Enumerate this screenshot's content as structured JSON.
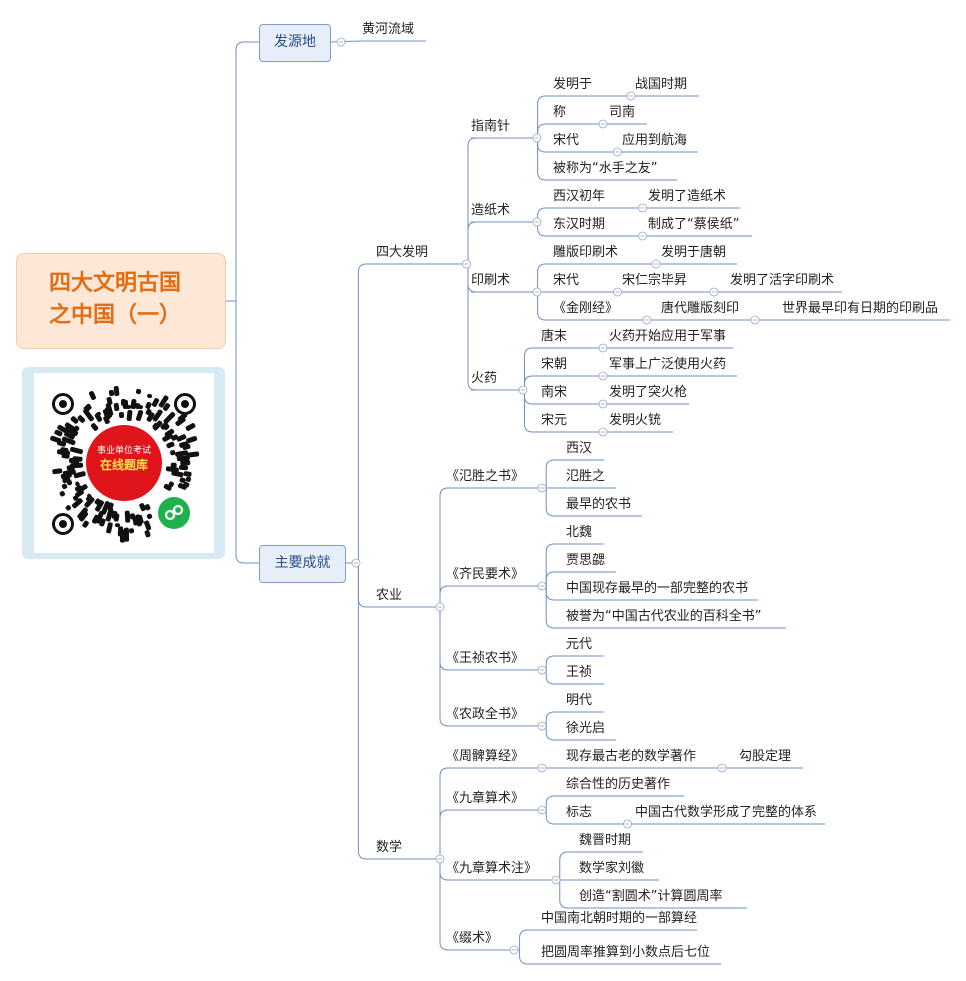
{
  "root": {
    "line1": "四大文明古国",
    "line2": "之中国（一）"
  },
  "qr": {
    "small": "事业单位考试",
    "big": "在线题库"
  },
  "nodes": [
    {
      "id": "fayuan",
      "t": "发源地"
    },
    {
      "id": "huanghe",
      "t": "黄河流域"
    },
    {
      "id": "zhuyao",
      "t": "主要成就"
    },
    {
      "id": "sida",
      "t": "四大发明"
    },
    {
      "id": "znz",
      "t": "指南针"
    },
    {
      "id": "fmy",
      "t": "发明于"
    },
    {
      "id": "zgsq",
      "t": "战国时期"
    },
    {
      "id": "cheng",
      "t": "称"
    },
    {
      "id": "sinan",
      "t": "司南"
    },
    {
      "id": "songdai1",
      "t": "宋代"
    },
    {
      "id": "yydhh",
      "t": "应用到航海"
    },
    {
      "id": "bcw",
      "t": "被称为“水手之友”"
    },
    {
      "id": "zzs",
      "t": "造纸术"
    },
    {
      "id": "xhcn",
      "t": "西汉初年"
    },
    {
      "id": "fmlzzs",
      "t": "发明了造纸术"
    },
    {
      "id": "dhsq",
      "t": "东汉时期"
    },
    {
      "id": "zcl",
      "t": "制成了“蔡侯纸”"
    },
    {
      "id": "yss",
      "t": "印刷术"
    },
    {
      "id": "dbyss",
      "t": "雕版印刷术"
    },
    {
      "id": "fmytc",
      "t": "发明于唐朝"
    },
    {
      "id": "songdai2",
      "t": "宋代"
    },
    {
      "id": "srzbs",
      "t": "宋仁宗毕昇"
    },
    {
      "id": "fmhzys",
      "t": "发明了活字印刷术"
    },
    {
      "id": "jgj",
      "t": "《金刚经》"
    },
    {
      "id": "tddby",
      "t": "唐代雕版刻印"
    },
    {
      "id": "sjzz",
      "t": "世界最早印有日期的印刷品"
    },
    {
      "id": "huoyao",
      "t": "火药"
    },
    {
      "id": "tangmo",
      "t": "唐末"
    },
    {
      "id": "hykeys",
      "t": "火药开始应用于军事"
    },
    {
      "id": "songchao",
      "t": "宋朝"
    },
    {
      "id": "jssgf",
      "t": "军事上广泛使用火药"
    },
    {
      "id": "nansong",
      "t": "南宋"
    },
    {
      "id": "fmltq",
      "t": "发明了突火枪"
    },
    {
      "id": "songyuan",
      "t": "宋元"
    },
    {
      "id": "fmhc",
      "t": "发明火铳"
    },
    {
      "id": "nongye",
      "t": "农业"
    },
    {
      "id": "fszs",
      "t": "《氾胜之书》"
    },
    {
      "id": "xihan",
      "t": "西汉"
    },
    {
      "id": "fsz",
      "t": "氾胜之"
    },
    {
      "id": "zzdns",
      "t": "最早的农书"
    },
    {
      "id": "qmys",
      "t": "《齐民要术》"
    },
    {
      "id": "beiwei",
      "t": "北魏"
    },
    {
      "id": "jsx",
      "t": "贾思勰"
    },
    {
      "id": "zgxc",
      "t": "中国现存最早的一部完整的农书"
    },
    {
      "id": "bywzg",
      "t": "被誉为“中国古代农业的百科全书”"
    },
    {
      "id": "wzns",
      "t": "《王祯农书》"
    },
    {
      "id": "yuandai",
      "t": "元代"
    },
    {
      "id": "wangzhen",
      "t": "王祯"
    },
    {
      "id": "nzqs",
      "t": "《农政全书》"
    },
    {
      "id": "mingdai",
      "t": "明代"
    },
    {
      "id": "xgq",
      "t": "徐光启"
    },
    {
      "id": "shuxue",
      "t": "数学"
    },
    {
      "id": "zbsj",
      "t": "《周髀算经》"
    },
    {
      "id": "xcgl",
      "t": "现存最古老的数学著作"
    },
    {
      "id": "ggdl",
      "t": "勾股定理"
    },
    {
      "id": "jzss",
      "t": "《九章算术》"
    },
    {
      "id": "zhxls",
      "t": "综合性的历史著作"
    },
    {
      "id": "biaozhi",
      "t": "标志"
    },
    {
      "id": "zggdsx",
      "t": "中国古代数学形成了完整的体系"
    },
    {
      "id": "jzssz",
      "t": "《九章算术注》"
    },
    {
      "id": "wjsq",
      "t": "魏晋时期"
    },
    {
      "id": "sxjlh",
      "t": "数学家刘徽"
    },
    {
      "id": "czgys",
      "t": "创造“割圆术”计算圆周率"
    },
    {
      "id": "zhuishu",
      "t": "《缀术》"
    },
    {
      "id": "zgnbc",
      "t": "中国南北朝时期的一部算经"
    },
    {
      "id": "bywzl",
      "t": "把圆周率推算到小数点后七位"
    }
  ]
}
